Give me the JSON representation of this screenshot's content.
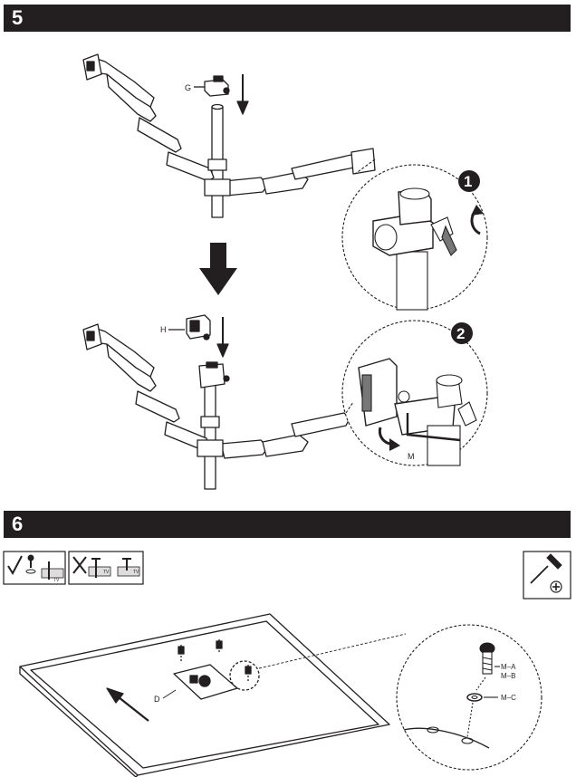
{
  "step5": {
    "number": "5",
    "part_g": "G",
    "part_h": "H",
    "part_m": "M",
    "detail1_number": "1",
    "detail2_number": "2"
  },
  "step6": {
    "number": "6",
    "tv_tag_ok": "TV",
    "tv_tag_bad1": "TV",
    "tv_tag_bad2": "TV",
    "part_d": "D",
    "part_ma": "M–A",
    "part_mb": "M–B",
    "part_mc": "M–C"
  },
  "icons": [
    "check-icon",
    "cross-icon",
    "screwdriver-icon",
    "phillips-icon",
    "rotate-icon",
    "arrow-down-icon"
  ]
}
